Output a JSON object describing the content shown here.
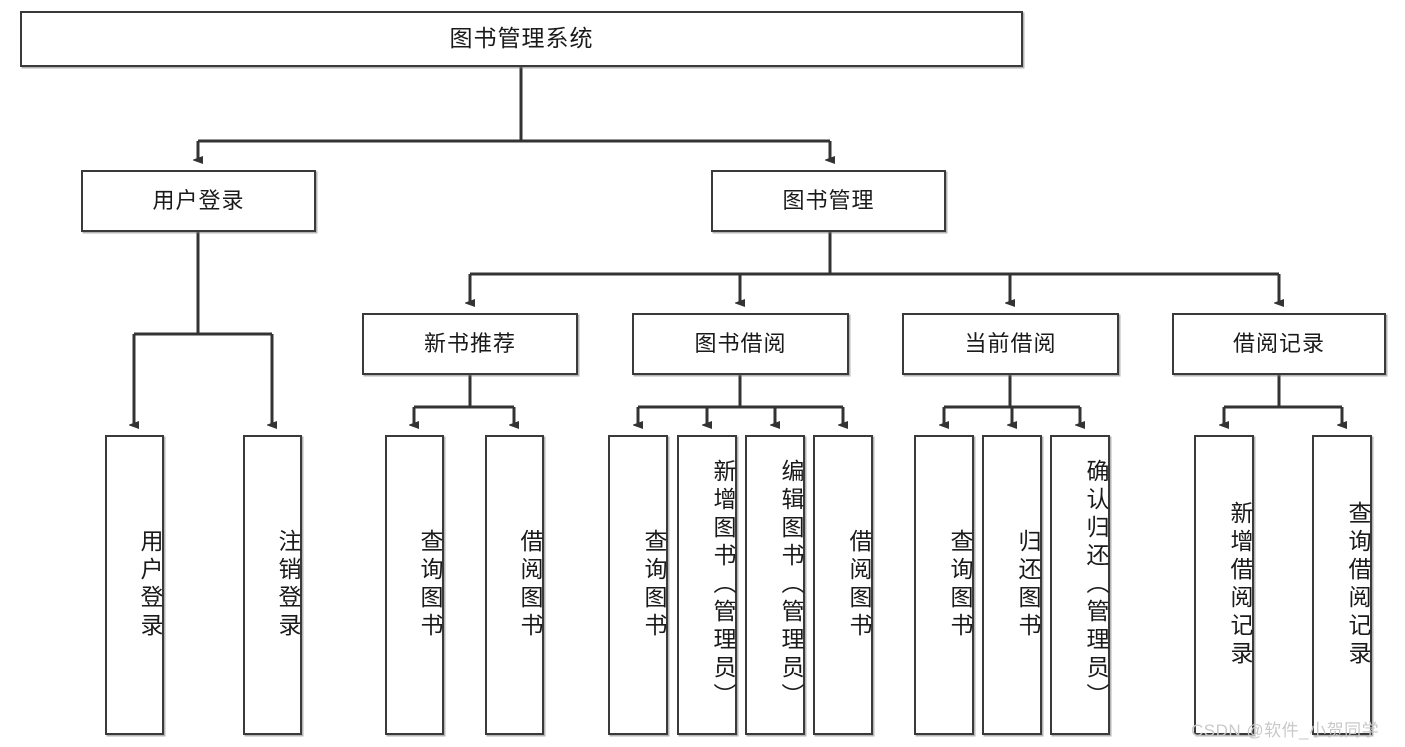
{
  "diagram": {
    "type": "tree",
    "title": "图书管理系统",
    "watermark": "CSDN @软件_小贺同学",
    "colors": {
      "box_border": "#3a3a3a",
      "box_fill": "#ffffff",
      "connector": "#333333",
      "watermark": "#c9c9c9"
    },
    "nodes": {
      "root": {
        "label": "图书管理系统"
      },
      "level2": [
        {
          "label": "用户登录"
        },
        {
          "label": "图书管理"
        }
      ],
      "level3": [
        {
          "label": "新书推荐"
        },
        {
          "label": "图书借阅"
        },
        {
          "label": "当前借阅"
        },
        {
          "label": "借阅记录"
        }
      ],
      "leaves": {
        "user_login": [
          {
            "label": "用户登录"
          },
          {
            "label": "注销登录"
          }
        ],
        "new_book": [
          {
            "label": "查询图书"
          },
          {
            "label": "借阅图书"
          }
        ],
        "book_borrow": [
          {
            "label": "查询图书"
          },
          {
            "label": "新增图书（管理员）"
          },
          {
            "label": "编辑图书（管理员）"
          },
          {
            "label": "借阅图书"
          }
        ],
        "current_borrow": [
          {
            "label": "查询图书"
          },
          {
            "label": "归还图书"
          },
          {
            "label": "确认归还（管理员）"
          }
        ],
        "borrow_record": [
          {
            "label": "新增借阅记录"
          },
          {
            "label": "查询借阅记录"
          }
        ]
      }
    }
  }
}
